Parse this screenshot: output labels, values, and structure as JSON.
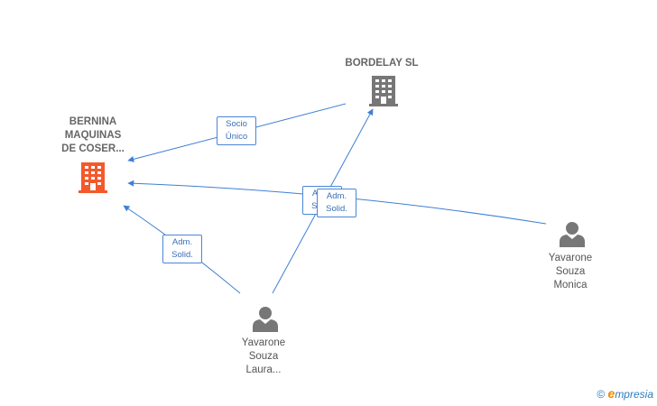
{
  "nodes": {
    "bernina": {
      "lines": [
        "BERNINA",
        "MAQUINAS",
        "DE COSER..."
      ],
      "icon": "building-icon",
      "color": "#f4592b"
    },
    "bordelay": {
      "lines": [
        "BORDELAY SL"
      ],
      "icon": "building-icon",
      "color": "#777777"
    },
    "monica": {
      "lines": [
        "Yavarone",
        "Souza",
        "Monica"
      ],
      "icon": "person-icon",
      "color": "#777777"
    },
    "laura": {
      "lines": [
        "Yavarone",
        "Souza",
        "Laura..."
      ],
      "icon": "person-icon",
      "color": "#777777"
    }
  },
  "edges": [
    {
      "from": "bordelay",
      "to": "bernina",
      "label": [
        "Socio",
        "Único"
      ]
    },
    {
      "from": "monica",
      "to": "bernina",
      "label": [
        "Adm.",
        "Solid."
      ]
    },
    {
      "from": "laura",
      "to": "bordelay",
      "label": [
        "Adm.",
        "Solid."
      ]
    },
    {
      "from": "laura",
      "to": "bernina",
      "label": [
        "Adm.",
        "Solid."
      ]
    }
  ],
  "colors": {
    "edge": "#3f7fd4"
  },
  "watermark": {
    "symbol": "©",
    "brand_initial": "e",
    "brand_rest": "mpresia"
  }
}
